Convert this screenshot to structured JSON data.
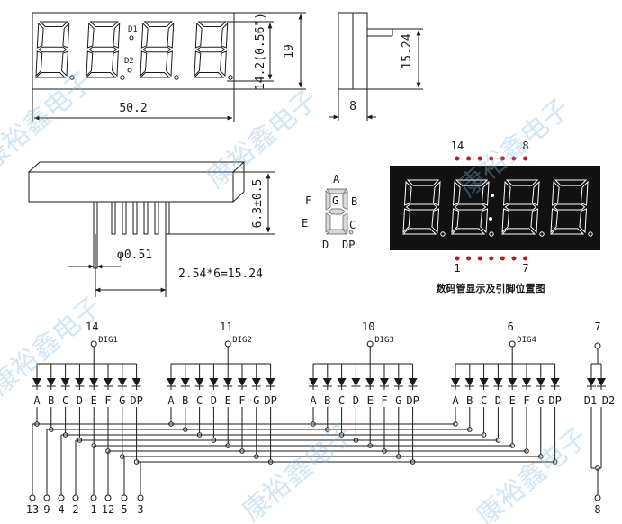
{
  "front_view": {
    "digit_labels": [
      "D1",
      "D2"
    ],
    "width_dim": "50.2",
    "height_dim": "19",
    "char_height_dim": "14.2(0.56\")"
  },
  "side_view": {
    "height_dim": "15.24",
    "depth_dim": "8"
  },
  "bottom_view": {
    "offset_dim": "6.3±0.5",
    "pin_dia": "φ0.51",
    "pitch_dim": "2.54*6=15.24"
  },
  "segment_legend": {
    "A": "A",
    "B": "B",
    "C": "C",
    "D": "D",
    "E": "E",
    "F": "F",
    "G": "G",
    "DP": "DP"
  },
  "pin_position": {
    "top_left": "14",
    "top_right": "8",
    "bottom_left": "1",
    "bottom_right": "7",
    "caption": "数码管显示及引脚位置图",
    "display_color": "#111111",
    "segment_color": "#ffffff",
    "pin_dot_color": "#b02020"
  },
  "schematic": {
    "digits": [
      {
        "pin": "14",
        "name": "DIG1"
      },
      {
        "pin": "11",
        "name": "DIG2"
      },
      {
        "pin": "10",
        "name": "DIG3"
      },
      {
        "pin": "6",
        "name": "DIG4"
      }
    ],
    "segments": [
      "A",
      "B",
      "C",
      "D",
      "E",
      "F",
      "G",
      "DP"
    ],
    "colon": {
      "top_pin": "7",
      "bottom_pin": "8",
      "labels": [
        "D1",
        "D2"
      ]
    },
    "bottom_pins": [
      "13",
      "9",
      "4",
      "2",
      "1",
      "12",
      "5",
      "3"
    ]
  },
  "watermark": "康裕鑫电子"
}
